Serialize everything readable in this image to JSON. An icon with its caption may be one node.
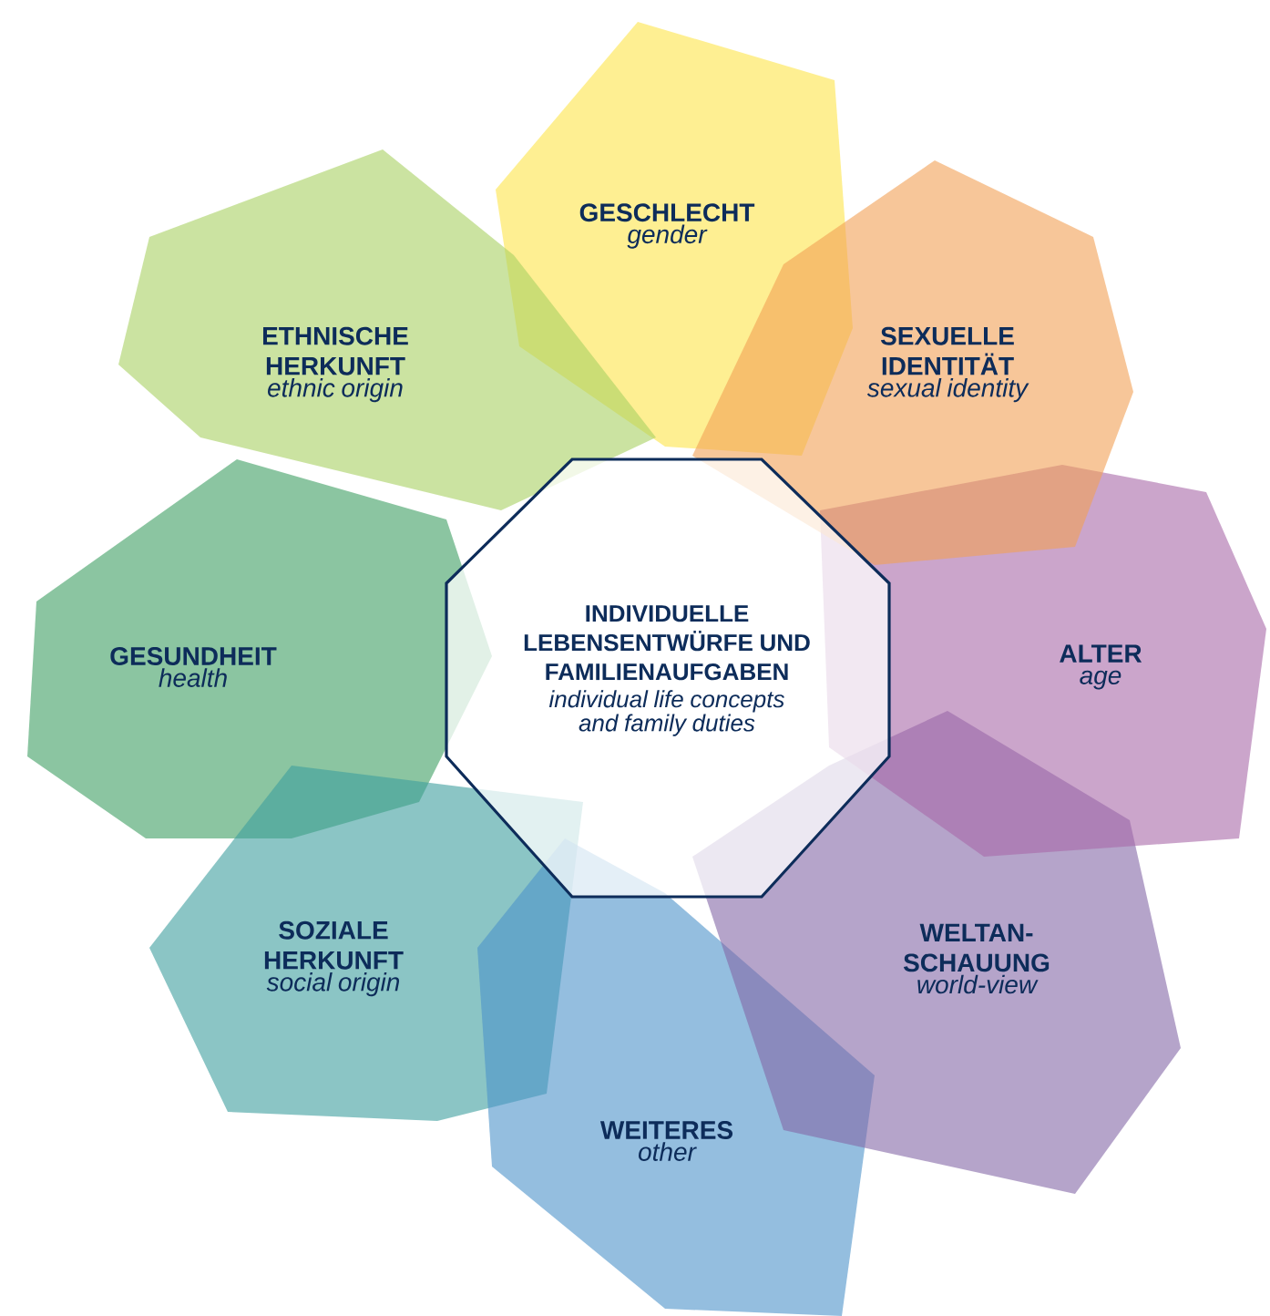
{
  "diagram": {
    "nodes": [
      {
        "text": [
          "GESCHLECHT",
          "gender"
        ]
      },
      {
        "text": [
          "ETHNISCHE HERKUNFT",
          "ethnic origin"
        ]
      },
      {
        "text": [
          "SEXUELLE IDENTITÄT",
          "sexual identity"
        ]
      },
      {
        "text": [
          "GESUNDHEIT",
          "health"
        ]
      },
      {
        "text": [
          "INDIVIDUELLE LEBENSENTWÜRFE UND FAMILIENAUFGABEN",
          "individual life concepts and family duties"
        ]
      },
      {
        "text": [
          "ALTER",
          "age"
        ]
      },
      {
        "text": [
          "SOZIALE HERKUNFT",
          "social origin"
        ]
      },
      {
        "text": [
          "WELTAN- SCHAUUNG",
          "world-view"
        ]
      },
      {
        "text": [
          "WEITERES",
          "other"
        ]
      }
    ]
  }
}
